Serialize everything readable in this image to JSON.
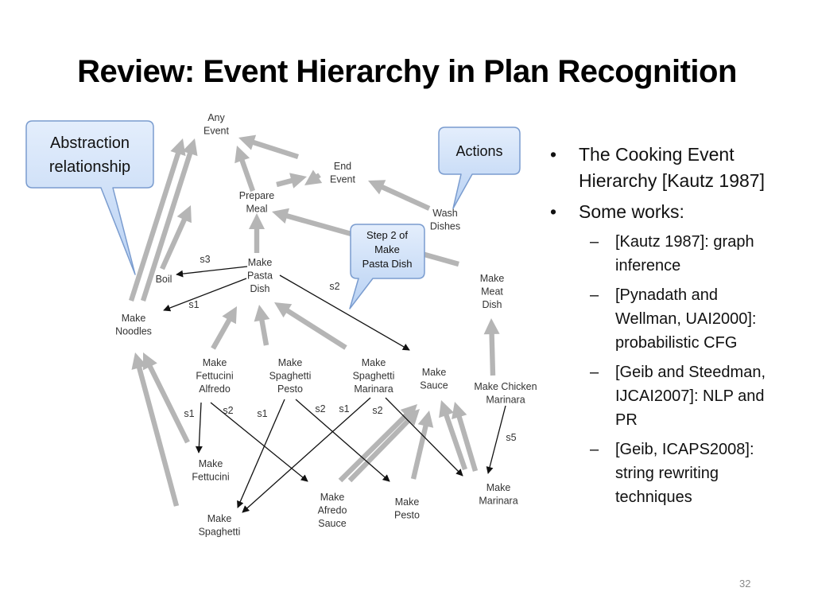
{
  "title": "Review: Event Hierarchy in Plan Recognition",
  "diagram": {
    "nodes": {
      "any_event": [
        "Any",
        "Event"
      ],
      "end_event": [
        "End",
        "Event"
      ],
      "prepare_meal": [
        "Prepare",
        "Meal"
      ],
      "wash_dishes": [
        "Wash",
        "Dishes"
      ],
      "make_pasta_dish": [
        "Make",
        "Pasta",
        "Dish"
      ],
      "boil": [
        "Boil"
      ],
      "make_noodles": [
        "Make",
        "Noodles"
      ],
      "make_meat_dish": [
        "Make",
        "Meat",
        "Dish"
      ],
      "make_fettucini_alfredo": [
        "Make",
        "Fettucini",
        "Alfredo"
      ],
      "make_spaghetti_pesto": [
        "Make",
        "Spaghetti",
        "Pesto"
      ],
      "make_spaghetti_marinara": [
        "Make",
        "Spaghetti",
        "Marinara"
      ],
      "make_sauce": [
        "Make",
        "Sauce"
      ],
      "make_chicken_marinara": [
        "Make Chicken",
        "Marinara"
      ],
      "make_fettucini": [
        "Make",
        "Fettucini"
      ],
      "make_spaghetti": [
        "Make",
        "Spaghetti"
      ],
      "make_afredo_sauce": [
        "Make",
        "Afredo",
        "Sauce"
      ],
      "make_pesto": [
        "Make",
        "Pesto"
      ],
      "make_marinara": [
        "Make",
        "Marinara"
      ]
    },
    "edge_labels": {
      "pasta_boil": "s3",
      "pasta_noodles": "s1",
      "pasta_sauce": "s2",
      "alfredo_fettucini": "s1",
      "alfredo_afredo": "s2",
      "pesto_spaghetti": "s1",
      "pesto_pesto": "s2",
      "marinara_spaghetti": "s1",
      "marinara_marinara": "s2",
      "chicken_marinara": "s5"
    },
    "callouts": {
      "abstraction": [
        "Abstraction",
        "relationship"
      ],
      "actions": [
        "Actions"
      ],
      "step2": [
        "Step 2 of",
        "Make",
        "Pasta Dish"
      ]
    },
    "colors": {
      "abstraction_arrow": "#b5b5b5",
      "step_arrow": "#111111",
      "callout_fill_top": "#e4eefc",
      "callout_fill_bottom": "#b8d1f3",
      "callout_border": "#7a9ccf"
    }
  },
  "bullets": [
    {
      "level": 1,
      "text": [
        "The Cooking Event",
        "Hierarchy [Kautz 1987]"
      ]
    },
    {
      "level": 1,
      "text": [
        "Some works:"
      ]
    },
    {
      "level": 2,
      "text": [
        "[Kautz 1987]: graph",
        "inference"
      ]
    },
    {
      "level": 2,
      "text": [
        "[Pynadath and",
        "Wellman, UAI2000]:",
        "probabilistic CFG"
      ]
    },
    {
      "level": 2,
      "text": [
        "[Geib and Steedman,",
        "IJCAI2007]: NLP and",
        "PR"
      ]
    },
    {
      "level": 2,
      "text": [
        "[Geib, ICAPS2008]:",
        "string rewriting",
        "techniques"
      ]
    }
  ],
  "page_number": "32"
}
